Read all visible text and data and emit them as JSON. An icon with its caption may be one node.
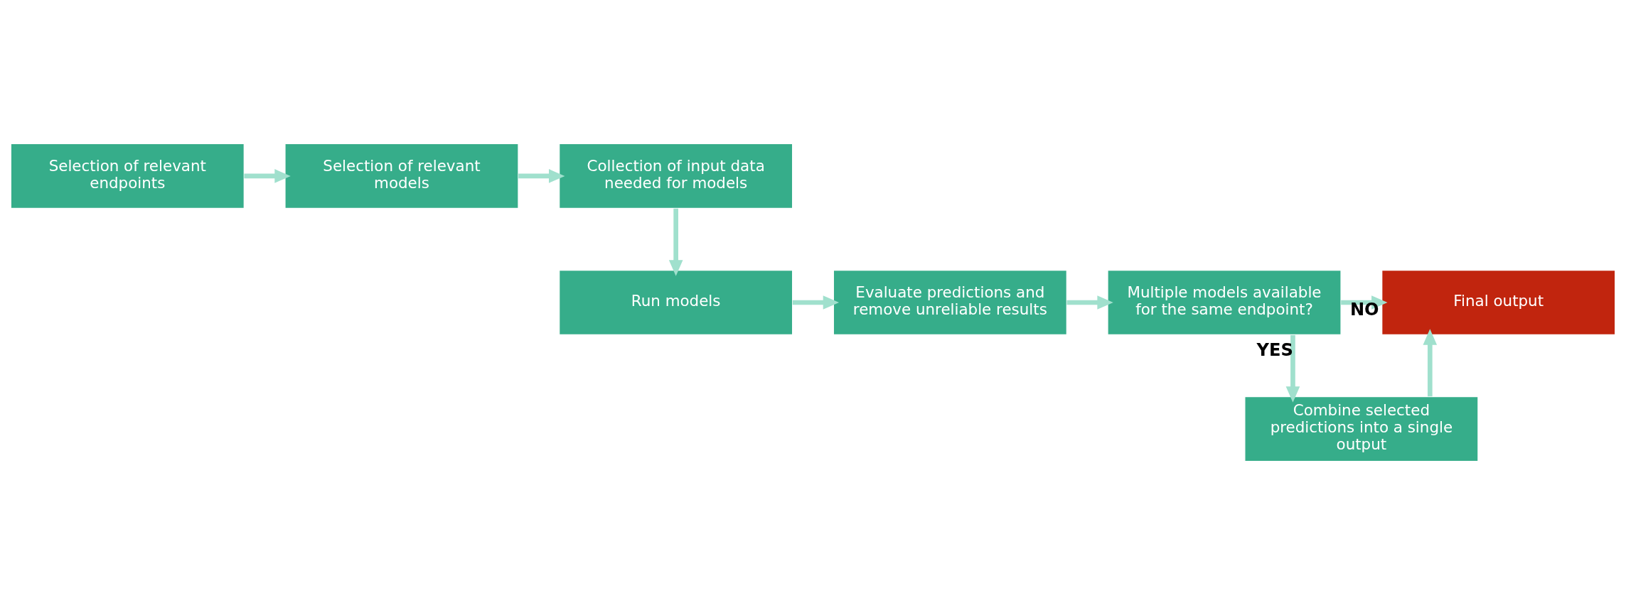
{
  "diagram": {
    "nodes": [
      {
        "text": [
          "Selection of relevant endpoints"
        ]
      },
      {
        "text": [
          "Selection of relevant models"
        ]
      },
      {
        "text": [
          "Collection of input data needed for models"
        ]
      },
      {
        "text": [
          "Run models"
        ]
      },
      {
        "text": [
          "Evaluate predictions and remove unreliable results"
        ]
      },
      {
        "text": [
          "Multiple models available for the same endpoint?"
        ]
      },
      {
        "text": [
          "Final output"
        ]
      },
      {
        "text": [
          "Combine selected predictions into a single output"
        ]
      }
    ],
    "edges": [
      {
        "from": 0,
        "to": 1,
        "arrow": "to"
      },
      {
        "from": 1,
        "to": 2,
        "arrow": "to"
      },
      {
        "from": 2,
        "to": 3,
        "arrow": "to"
      },
      {
        "from": 3,
        "to": 4,
        "arrow": "to"
      },
      {
        "from": 4,
        "to": 5,
        "arrow": "to"
      },
      {
        "from": 5,
        "to": 6,
        "label": "NO",
        "arrow": "to"
      },
      {
        "from": 5,
        "to": 7,
        "label": "YES",
        "arrow": "to"
      },
      {
        "from": 7,
        "to": 6,
        "arrow": "to"
      }
    ]
  }
}
